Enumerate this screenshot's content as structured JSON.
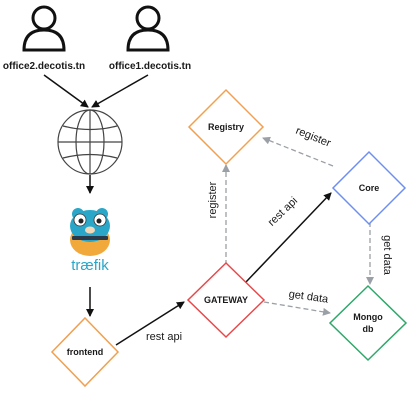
{
  "users": [
    {
      "label": "office2.decotis.tn"
    },
    {
      "label": "office1.decotis.tn"
    }
  ],
  "proxy": {
    "label": "træfik"
  },
  "nodes": {
    "frontend": {
      "label": "frontend",
      "color": "#f0a050"
    },
    "gateway": {
      "label": "GATEWAY",
      "color": "#e8484a"
    },
    "registry": {
      "label": "Registry",
      "color": "#f0a050"
    },
    "core": {
      "label": "Core",
      "color": "#6f8ff0"
    },
    "mongo": {
      "label_line1": "Mongo",
      "label_line2": "db",
      "color": "#2ea86a"
    }
  },
  "edges": {
    "frontend_gateway": "rest api",
    "gateway_core": "rest api",
    "gateway_registry": "register",
    "core_registry": "register",
    "gateway_mongo": "get data",
    "core_mongo": "get data"
  },
  "colors": {
    "solid_arrow": "#111111",
    "dashed_arrow": "#9aa0a6",
    "traefik_text": "#2aa6c8"
  }
}
